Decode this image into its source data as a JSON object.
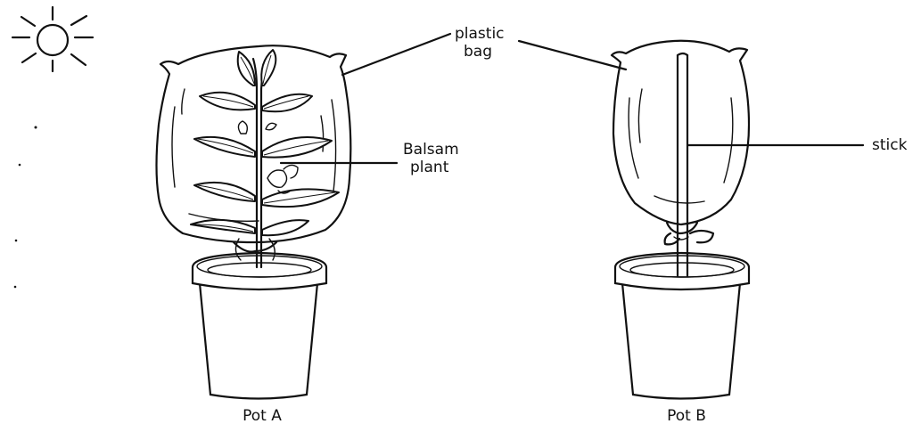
{
  "labels": {
    "plastic_bag_line1": "plastic",
    "plastic_bag_line2": "bag",
    "balsam_line1": "Balsam",
    "balsam_line2": "plant",
    "stick": "stick",
    "pot_a": "Pot A",
    "pot_b": "Pot B"
  },
  "icons": [
    "sun-icon"
  ]
}
